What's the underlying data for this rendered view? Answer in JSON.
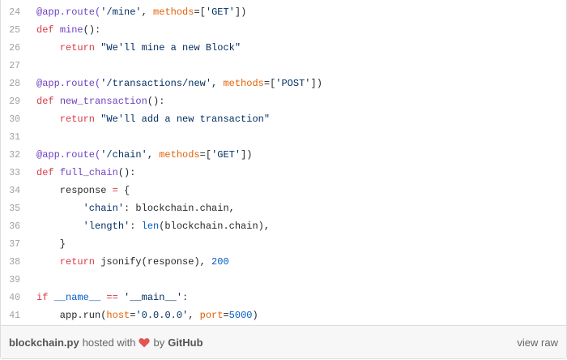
{
  "code_lines": [
    {
      "n": "24",
      "tokens": [
        {
          "t": "@app.route(",
          "c": "dec"
        },
        {
          "t": "'/mine'",
          "c": "str"
        },
        {
          "t": ", ",
          "c": "plain"
        },
        {
          "t": "methods",
          "c": "kwarg"
        },
        {
          "t": "=[",
          "c": "plain"
        },
        {
          "t": "'GET'",
          "c": "str"
        },
        {
          "t": "])",
          "c": "plain"
        }
      ]
    },
    {
      "n": "25",
      "tokens": [
        {
          "t": "def ",
          "c": "kw"
        },
        {
          "t": "mine",
          "c": "fn"
        },
        {
          "t": "():",
          "c": "plain"
        }
      ]
    },
    {
      "n": "26",
      "tokens": [
        {
          "t": "    return ",
          "c": "kw"
        },
        {
          "t": "\"We'll mine a new Block\"",
          "c": "str"
        }
      ]
    },
    {
      "n": "27",
      "tokens": []
    },
    {
      "n": "28",
      "tokens": [
        {
          "t": "@app.route(",
          "c": "dec"
        },
        {
          "t": "'/transactions/new'",
          "c": "str"
        },
        {
          "t": ", ",
          "c": "plain"
        },
        {
          "t": "methods",
          "c": "kwarg"
        },
        {
          "t": "=[",
          "c": "plain"
        },
        {
          "t": "'POST'",
          "c": "str"
        },
        {
          "t": "])",
          "c": "plain"
        }
      ]
    },
    {
      "n": "29",
      "tokens": [
        {
          "t": "def ",
          "c": "kw"
        },
        {
          "t": "new_transaction",
          "c": "fn"
        },
        {
          "t": "():",
          "c": "plain"
        }
      ]
    },
    {
      "n": "30",
      "tokens": [
        {
          "t": "    return ",
          "c": "kw"
        },
        {
          "t": "\"We'll add a new transaction\"",
          "c": "str"
        }
      ]
    },
    {
      "n": "31",
      "tokens": []
    },
    {
      "n": "32",
      "tokens": [
        {
          "t": "@app.route(",
          "c": "dec"
        },
        {
          "t": "'/chain'",
          "c": "str"
        },
        {
          "t": ", ",
          "c": "plain"
        },
        {
          "t": "methods",
          "c": "kwarg"
        },
        {
          "t": "=[",
          "c": "plain"
        },
        {
          "t": "'GET'",
          "c": "str"
        },
        {
          "t": "])",
          "c": "plain"
        }
      ]
    },
    {
      "n": "33",
      "tokens": [
        {
          "t": "def ",
          "c": "kw"
        },
        {
          "t": "full_chain",
          "c": "fn"
        },
        {
          "t": "():",
          "c": "plain"
        }
      ]
    },
    {
      "n": "34",
      "tokens": [
        {
          "t": "    response ",
          "c": "plain"
        },
        {
          "t": "=",
          "c": "kw"
        },
        {
          "t": " {",
          "c": "plain"
        }
      ]
    },
    {
      "n": "35",
      "tokens": [
        {
          "t": "        ",
          "c": "plain"
        },
        {
          "t": "'chain'",
          "c": "str"
        },
        {
          "t": ": blockchain.chain,",
          "c": "plain"
        }
      ]
    },
    {
      "n": "36",
      "tokens": [
        {
          "t": "        ",
          "c": "plain"
        },
        {
          "t": "'length'",
          "c": "str"
        },
        {
          "t": ": ",
          "c": "plain"
        },
        {
          "t": "len",
          "c": "bi"
        },
        {
          "t": "(blockchain.chain),",
          "c": "plain"
        }
      ]
    },
    {
      "n": "37",
      "tokens": [
        {
          "t": "    }",
          "c": "plain"
        }
      ]
    },
    {
      "n": "38",
      "tokens": [
        {
          "t": "    return ",
          "c": "kw"
        },
        {
          "t": "jsonify(response), ",
          "c": "plain"
        },
        {
          "t": "200",
          "c": "num"
        }
      ]
    },
    {
      "n": "39",
      "tokens": []
    },
    {
      "n": "40",
      "tokens": [
        {
          "t": "if ",
          "c": "kw"
        },
        {
          "t": "__name__",
          "c": "bi"
        },
        {
          "t": " ",
          "c": "plain"
        },
        {
          "t": "==",
          "c": "kw"
        },
        {
          "t": " ",
          "c": "plain"
        },
        {
          "t": "'__main__'",
          "c": "str"
        },
        {
          "t": ":",
          "c": "plain"
        }
      ]
    },
    {
      "n": "41",
      "tokens": [
        {
          "t": "    app.run(",
          "c": "plain"
        },
        {
          "t": "host",
          "c": "kwarg"
        },
        {
          "t": "=",
          "c": "plain"
        },
        {
          "t": "'0.0.0.0'",
          "c": "str"
        },
        {
          "t": ", ",
          "c": "plain"
        },
        {
          "t": "port",
          "c": "kwarg"
        },
        {
          "t": "=",
          "c": "plain"
        },
        {
          "t": "5000",
          "c": "num"
        },
        {
          "t": ")",
          "c": "plain"
        }
      ]
    }
  ],
  "footer": {
    "filename": "blockchain.py",
    "hosted_with": "hosted with",
    "heart_icon": "heart-icon",
    "by": "by",
    "github": "GitHub",
    "view_raw": "view raw"
  },
  "colors": {
    "decorator": "#6f42c1",
    "keyword": "#d73a49",
    "string": "#032f62",
    "kwarg": "#e36209",
    "number": "#005cc5",
    "heart": "#e25555"
  }
}
